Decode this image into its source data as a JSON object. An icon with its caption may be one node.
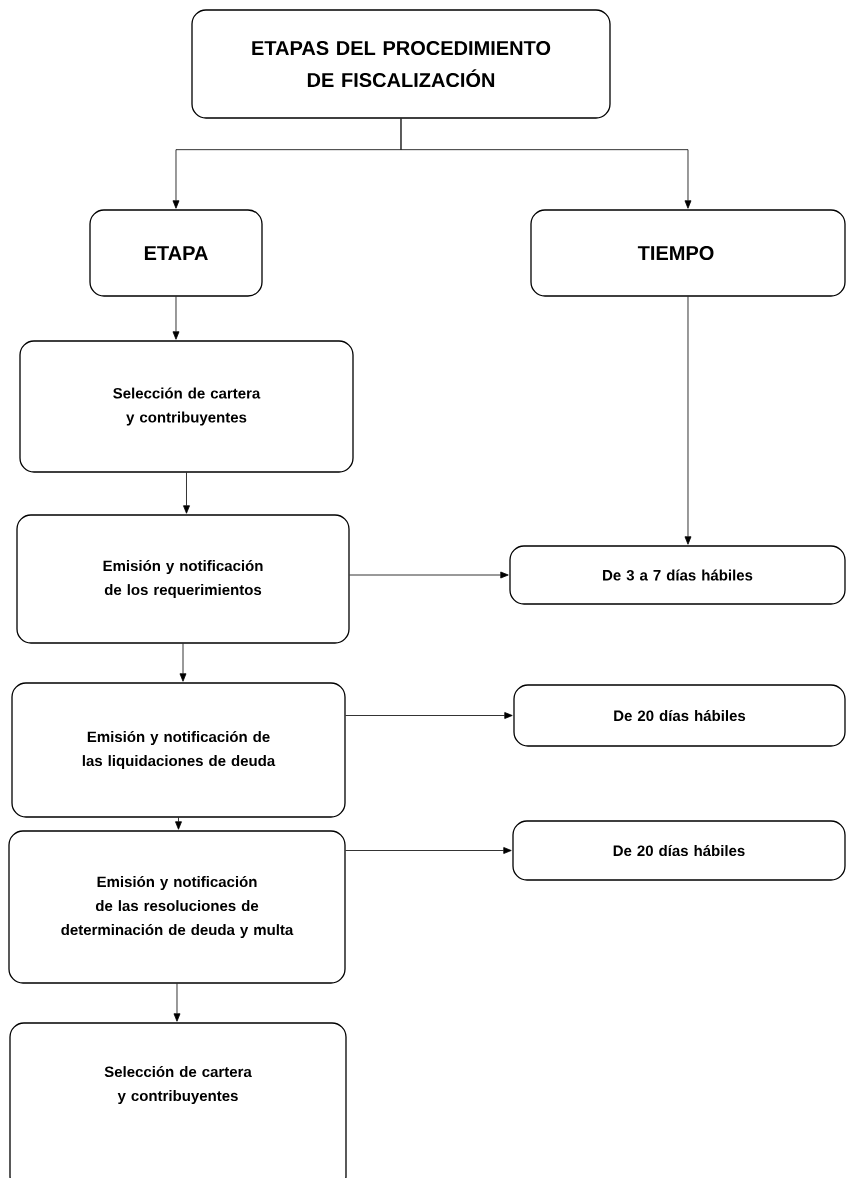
{
  "diagram": {
    "nodes": [
      {
        "text": [
          "ETAPAS DEL PROCEDIMIENTO DE FISCALIZACIÓN"
        ]
      },
      {
        "text": [
          "ETAPA"
        ]
      },
      {
        "text": [
          "TIEMPO"
        ]
      },
      {
        "text": [
          "Selección de cartera y contribuyentes"
        ]
      },
      {
        "text": [
          "Emisión y notificación de los requerimientos"
        ]
      },
      {
        "text": [
          "De 3 a 7 días hábiles"
        ]
      },
      {
        "text": [
          "Emisión y notificación de las liquidaciones de deuda"
        ]
      },
      {
        "text": [
          "De 20 días hábiles"
        ]
      },
      {
        "text": [
          "Emisión y notificación de las resoluciones de determinación de deuda y multa"
        ]
      },
      {
        "text": [
          "De 20 días hábiles"
        ]
      },
      {
        "text": [
          "Selección de cartera y contribuyentes"
        ]
      }
    ],
    "edges": [
      {
        "from": 0,
        "to": 1,
        "arrow": "to"
      },
      {
        "from": 0,
        "to": 2,
        "arrow": "to"
      },
      {
        "from": 1,
        "to": 3,
        "arrow": "to"
      },
      {
        "from": 2,
        "to": 5,
        "arrow": "to"
      },
      {
        "from": 3,
        "to": 4,
        "arrow": "to"
      },
      {
        "from": 4,
        "to": 5,
        "arrow": "to"
      },
      {
        "from": 4,
        "to": 6,
        "arrow": "to"
      },
      {
        "from": 6,
        "to": 7,
        "arrow": "to"
      },
      {
        "from": 6,
        "to": 8,
        "arrow": "to"
      },
      {
        "from": 8,
        "to": 9,
        "arrow": "to"
      },
      {
        "from": 8,
        "to": 10,
        "arrow": "to"
      }
    ]
  }
}
